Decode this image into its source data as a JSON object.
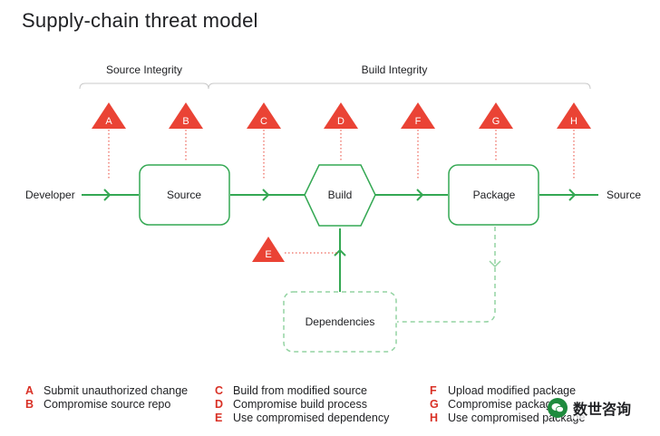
{
  "title": "Supply-chain threat model",
  "groups": {
    "source_integrity": "Source Integrity",
    "build_integrity": "Build Integrity"
  },
  "nodes": {
    "developer": "Developer",
    "source_box": "Source",
    "build": "Build",
    "package": "Package",
    "source_end": "Source",
    "dependencies": "Dependencies"
  },
  "threats": {
    "A": "A",
    "B": "B",
    "C": "C",
    "D": "D",
    "E": "E",
    "F": "F",
    "G": "G",
    "H": "H"
  },
  "legend": [
    {
      "key": "A",
      "text": "Submit unauthorized change"
    },
    {
      "key": "B",
      "text": "Compromise source repo"
    },
    {
      "key": "C",
      "text": "Build from modified source"
    },
    {
      "key": "D",
      "text": "Compromise build process"
    },
    {
      "key": "E",
      "text": "Use compromised dependency"
    },
    {
      "key": "F",
      "text": "Upload modified package"
    },
    {
      "key": "G",
      "text": "Compromise package"
    },
    {
      "key": "H",
      "text": "Use compromised package"
    }
  ],
  "watermark": "数世咨询",
  "colors": {
    "flow_green": "#34a853",
    "threat_red": "#ea4335",
    "dashed_green": "#93d3a2"
  }
}
